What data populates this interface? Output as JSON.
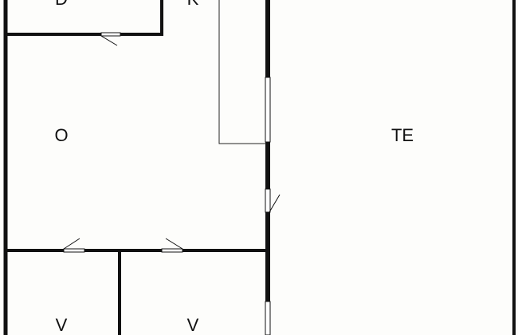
{
  "floor_plan": {
    "background": "#fdfdfb",
    "wall_color": "#111111",
    "window_color": "#ffffff",
    "rooms": [
      {
        "id": "room-d",
        "label": "D"
      },
      {
        "id": "room-k",
        "label": "K"
      },
      {
        "id": "room-o",
        "label": "O"
      },
      {
        "id": "room-te",
        "label": "TE"
      },
      {
        "id": "room-v1",
        "label": "V"
      },
      {
        "id": "room-v2",
        "label": "V"
      }
    ]
  }
}
